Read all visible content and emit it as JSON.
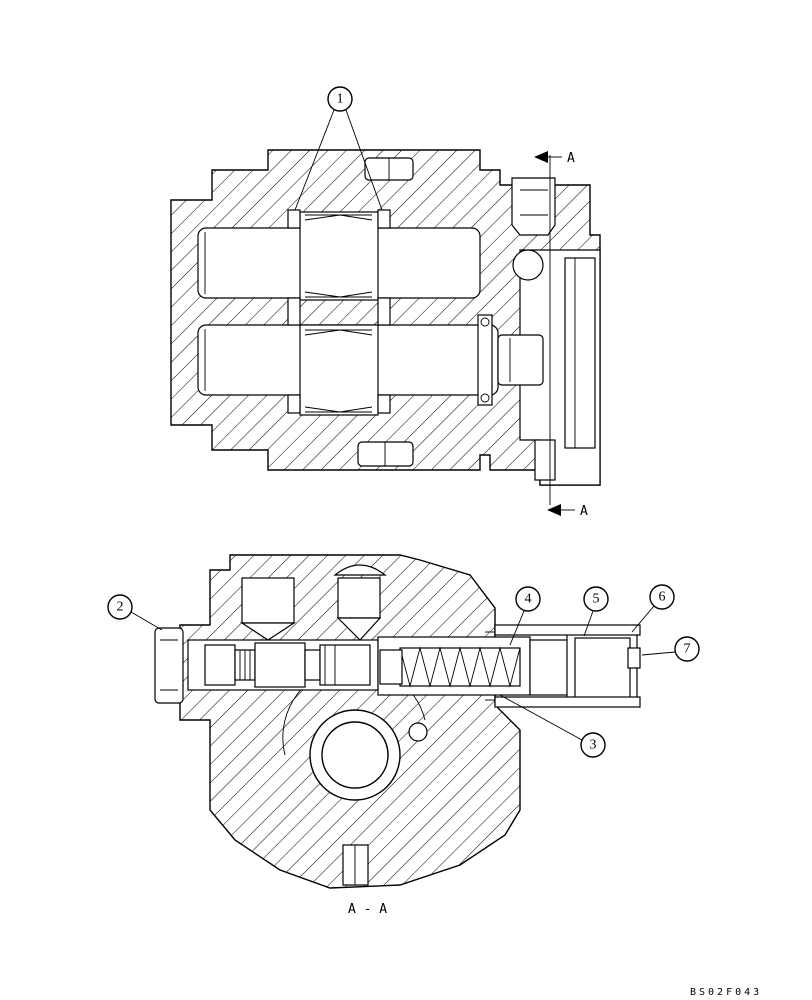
{
  "callouts": [
    {
      "num": "1"
    },
    {
      "num": "2"
    },
    {
      "num": "3"
    },
    {
      "num": "4"
    },
    {
      "num": "5"
    },
    {
      "num": "6"
    },
    {
      "num": "7"
    }
  ],
  "section_marks": {
    "top": "A",
    "bottom": "A"
  },
  "section_title": "A - A",
  "drawing_code": "BS02F043"
}
